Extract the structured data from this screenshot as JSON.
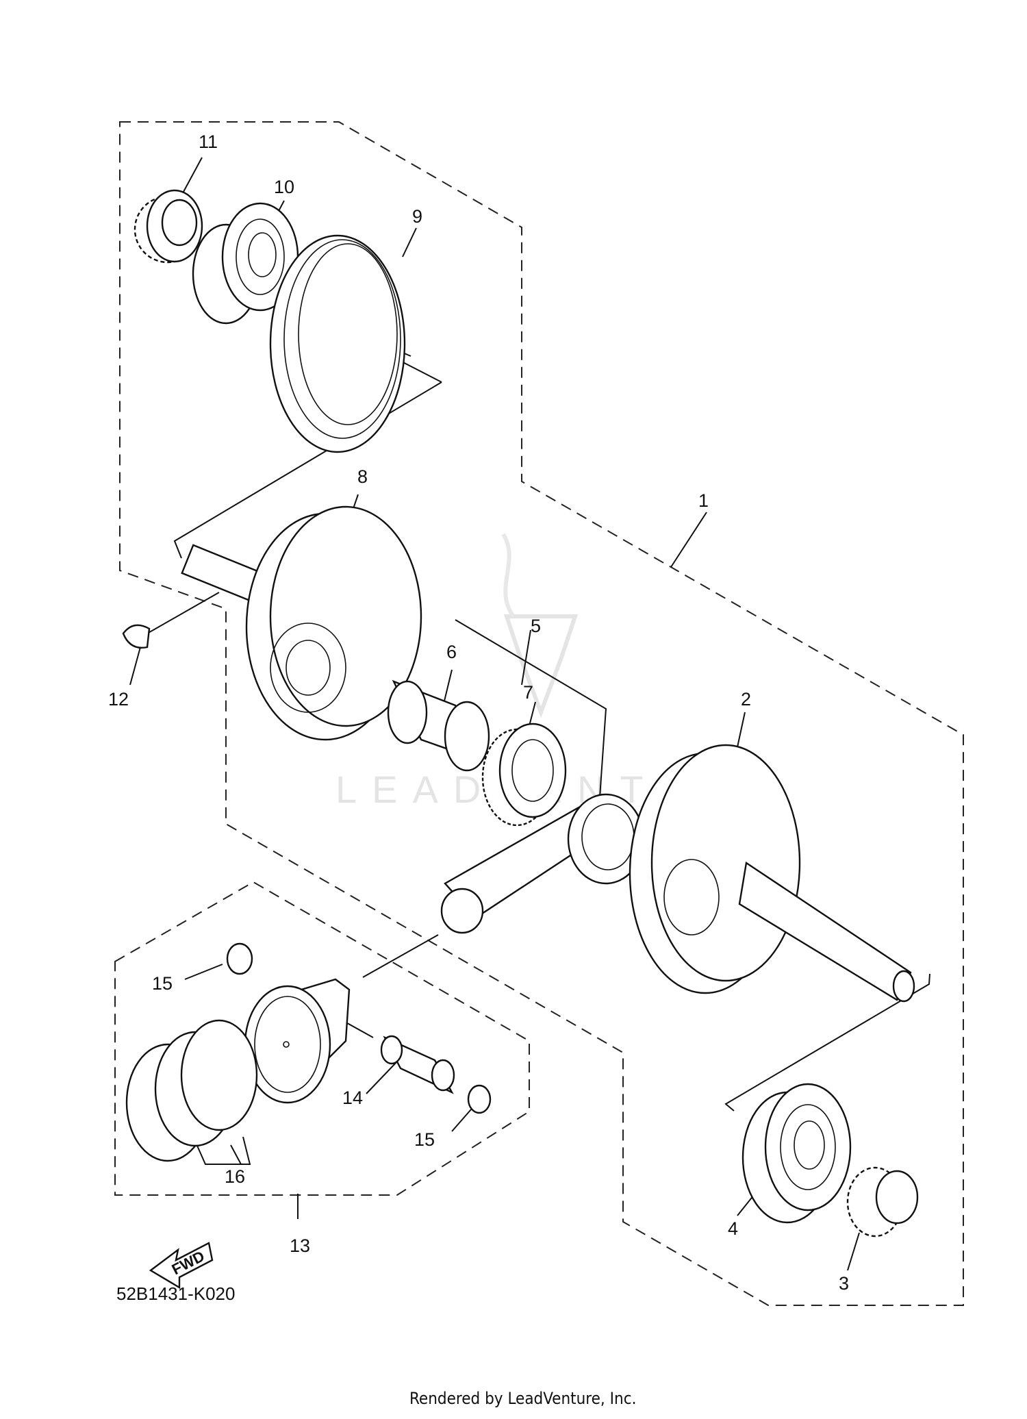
{
  "diagram_code": "52B1431-K020",
  "render_credit": "Rendered by LeadVenture, Inc.",
  "watermark": "LEADVENTURE",
  "fwd_label": "FWD",
  "callouts": [
    "1",
    "2",
    "3",
    "4",
    "5",
    "6",
    "7",
    "8",
    "9",
    "10",
    "11",
    "12",
    "13",
    "14",
    "15",
    "15",
    "16"
  ]
}
